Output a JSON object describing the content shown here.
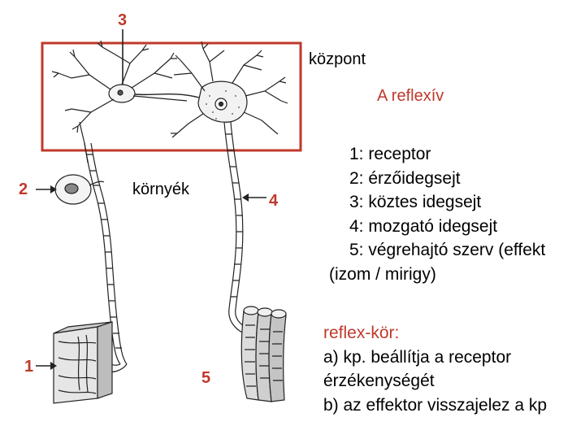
{
  "labels": {
    "n3": "3",
    "kozpont": "központ",
    "reflexiv": "A reflexív",
    "n2": "2",
    "kornyek": "környék",
    "n4": "4",
    "n1": "1",
    "n5": "5"
  },
  "legend": [
    "1: receptor",
    "2: érzőidegsejt",
    "3: köztes idegsejt",
    "4: mozgató idegsejt",
    "5: végrehajtó szerv (effekt",
    "(izom / mirigy)"
  ],
  "note": {
    "heading": "reflex-kör:",
    "lines": [
      "a) kp. beállítja a receptor",
      "érzékenységét",
      "b) az effektor visszajelez a kp"
    ]
  },
  "colors": {
    "accent_red": "#c0392b",
    "box_border": "#c0392b",
    "drawing": "#222222"
  }
}
